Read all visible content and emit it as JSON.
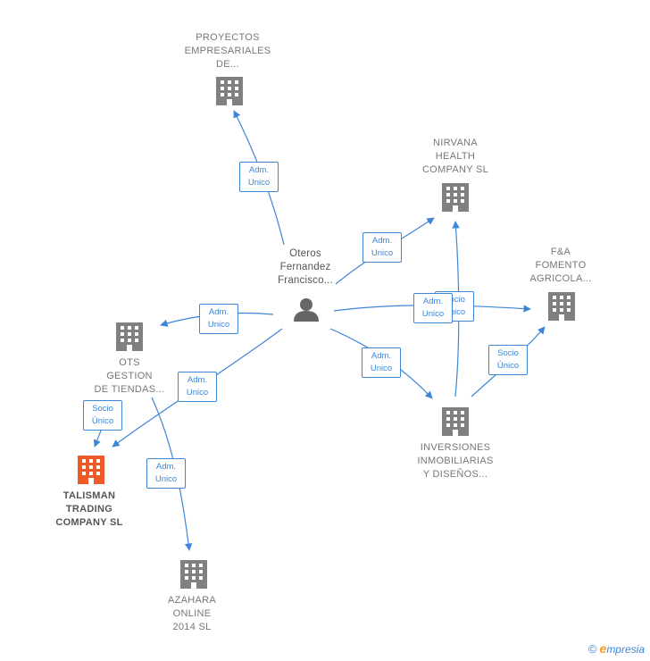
{
  "nodes": {
    "proyectos": {
      "lines": [
        "PROYECTOS",
        "EMPRESARIALES",
        "DE..."
      ]
    },
    "nirvana": {
      "lines": [
        "NIRVANA",
        "HEALTH",
        "COMPANY  SL"
      ]
    },
    "fa": {
      "lines": [
        "F&A",
        "FOMENTO",
        "AGRICOLA..."
      ]
    },
    "person": {
      "lines": [
        "Oteros",
        "Fernandez",
        "Francisco..."
      ]
    },
    "ots": {
      "lines": [
        "OTS",
        "GESTION",
        "DE TIENDAS..."
      ]
    },
    "talisman": {
      "lines": [
        "TALISMAN",
        "TRADING",
        "COMPANY  SL"
      ]
    },
    "inversiones": {
      "lines": [
        "INVERSIONES",
        "INMOBILIARIAS",
        "Y DISEÑOS..."
      ]
    },
    "azahara": {
      "lines": [
        "AZAHARA",
        "ONLINE",
        "2014  SL"
      ]
    }
  },
  "edge_labels": {
    "e1": [
      "Adm.",
      "Unico"
    ],
    "e2": [
      "Adm.",
      "Unico"
    ],
    "e3": [
      "Adm.",
      "Unico"
    ],
    "e4": [
      "Adm.",
      "Unico"
    ],
    "e5": [
      "Adm.",
      "Unico"
    ],
    "e6": [
      "Socio",
      "Único"
    ],
    "e7": [
      "Adm.",
      "Unico"
    ],
    "e8": [
      "Socio",
      "Único"
    ],
    "e9": [
      "Adm.",
      "Unico"
    ],
    "e10": [
      "Socio",
      "Único"
    ]
  },
  "colors": {
    "edge": "#3d85d6",
    "building": "#808080",
    "focus_building": "#f05a28",
    "person": "#666666"
  },
  "footer": {
    "copyright": "©",
    "brand_initial": "e",
    "brand_rest": "mpresia"
  }
}
